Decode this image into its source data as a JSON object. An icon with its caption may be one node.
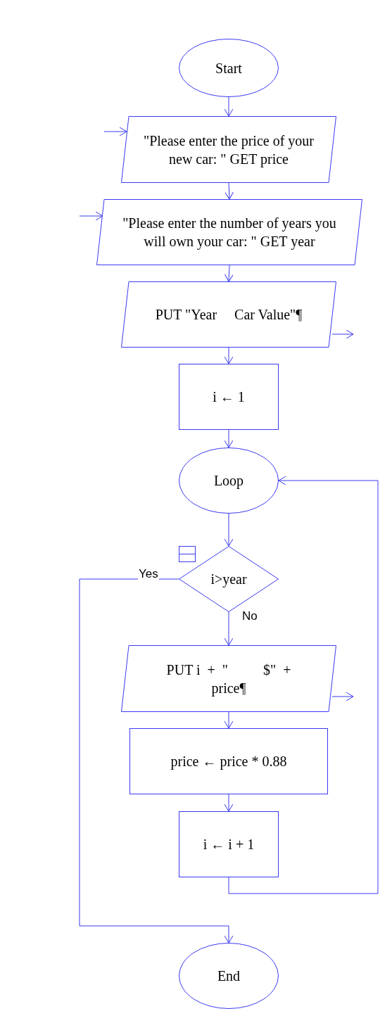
{
  "diagram": {
    "nodes": [
      {
        "text": [
          "Start"
        ]
      },
      {
        "text": [
          "\"Please enter the price of your new car: \" GET price"
        ]
      },
      {
        "text": [
          "\"Please enter the number of years you will own your car: \" GET year"
        ]
      },
      {
        "text": [
          "PUT \"Year     Car Value\"¶"
        ]
      },
      {
        "text": [
          "i ← 1"
        ]
      },
      {
        "text": [
          "Loop"
        ]
      },
      {
        "text": [
          "i>year"
        ]
      },
      {
        "text": [
          "PUT i  +  \"          $\"  +  price¶"
        ]
      },
      {
        "text": [
          "price ← price * 0.88"
        ]
      },
      {
        "text": [
          "i ← i + 1"
        ]
      },
      {
        "text": [
          "End"
        ]
      }
    ],
    "edges": [
      {
        "from": 0,
        "to": 1,
        "arrow": "to"
      },
      {
        "from": null,
        "to": 1,
        "arrow": "to"
      },
      {
        "from": 1,
        "to": 2,
        "arrow": "to"
      },
      {
        "from": null,
        "to": 2,
        "arrow": "to"
      },
      {
        "from": 2,
        "to": 3,
        "arrow": "to"
      },
      {
        "from": 3,
        "to": null,
        "arrow": "to"
      },
      {
        "from": 3,
        "to": 4,
        "arrow": "to"
      },
      {
        "from": 4,
        "to": 5,
        "arrow": "to"
      },
      {
        "from": 5,
        "to": 6,
        "arrow": "to"
      },
      {
        "from": 6,
        "to": 10,
        "label": "Yes",
        "arrow": "to"
      },
      {
        "from": 6,
        "to": 7,
        "label": "No",
        "arrow": "to"
      },
      {
        "from": 7,
        "to": null,
        "arrow": "to"
      },
      {
        "from": 7,
        "to": 8,
        "arrow": "to"
      },
      {
        "from": 8,
        "to": 9,
        "arrow": "to"
      },
      {
        "from": 9,
        "to": 5,
        "arrow": "to"
      }
    ]
  }
}
